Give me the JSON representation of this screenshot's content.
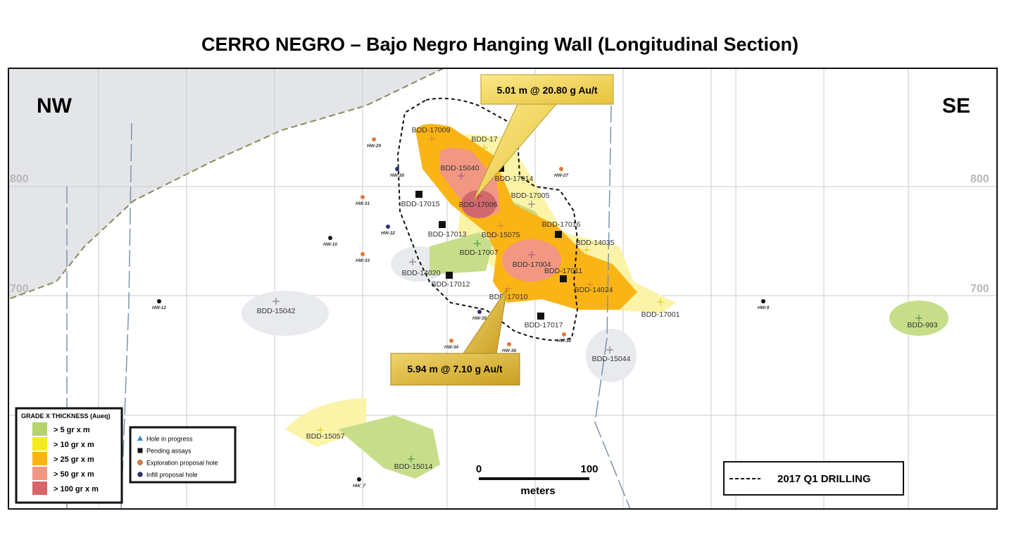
{
  "title": "CERRO NEGRO – Bajo Negro Hanging Wall (Longitudinal Section)",
  "directions": {
    "left": "NW",
    "right": "SE"
  },
  "elevations": {
    "upper": "800",
    "lower": "700"
  },
  "callouts": {
    "top": "5.01 m @ 20.80 g Au/t",
    "bottom": "5.94 m @ 7.10 g Au/t"
  },
  "drill_holes": [
    "BDD-17009",
    "BDD-17",
    "BDD-15040",
    "BDD-17014",
    "BDD-17005",
    "BDD-17015",
    "BDD-17006",
    "BDD-17013",
    "BDD-15075",
    "BDD-17016",
    "BDD-14035",
    "BDD-17007",
    "BDD-14020",
    "BDD-17004",
    "BDD-17011",
    "BDD-17012",
    "BDD-14024",
    "BDD-17010",
    "BDD-17001",
    "BDD-17017",
    "BDD-15042",
    "BDD-15044",
    "BDD-993",
    "BDD-15057",
    "BDD-15014"
  ],
  "proposal_holes": [
    "HW-29",
    "HW-30",
    "HW-27",
    "HW-31",
    "HW-32",
    "HW-10",
    "HW-33",
    "HW-12",
    "HW-35",
    "HW-34",
    "HW-36",
    "HW-38",
    "HW-9",
    "HW_7"
  ],
  "grade_legend": {
    "title": "GRADE X THICKNESS (Aueq)",
    "items": [
      {
        "label": "> 5 gr x m",
        "color": "#b5d36a"
      },
      {
        "label": "> 10 gr x m",
        "color": "#f2ec1c"
      },
      {
        "label": "> 25 gr x m",
        "color": "#fbb416"
      },
      {
        "label": "> 50 gr x m",
        "color": "#f19782"
      },
      {
        "label": "> 100 gr x m",
        "color": "#d9646a"
      }
    ]
  },
  "symbol_legend": [
    {
      "label": "Hole in progress",
      "icon": "triangle-icon",
      "color": "#2e86c1"
    },
    {
      "label": "Pending assays",
      "icon": "square-icon",
      "color": "#111111"
    },
    {
      "label": "Exploration proposal hole",
      "icon": "circle-icon",
      "color": "#e07b39"
    },
    {
      "label": "Infill proposal hole",
      "icon": "circle-icon",
      "color": "#2e2f7a"
    }
  ],
  "scale_bar": {
    "start": "0",
    "end": "100",
    "unit": "meters"
  },
  "drilling_legend": "2017 Q1 DRILLING"
}
